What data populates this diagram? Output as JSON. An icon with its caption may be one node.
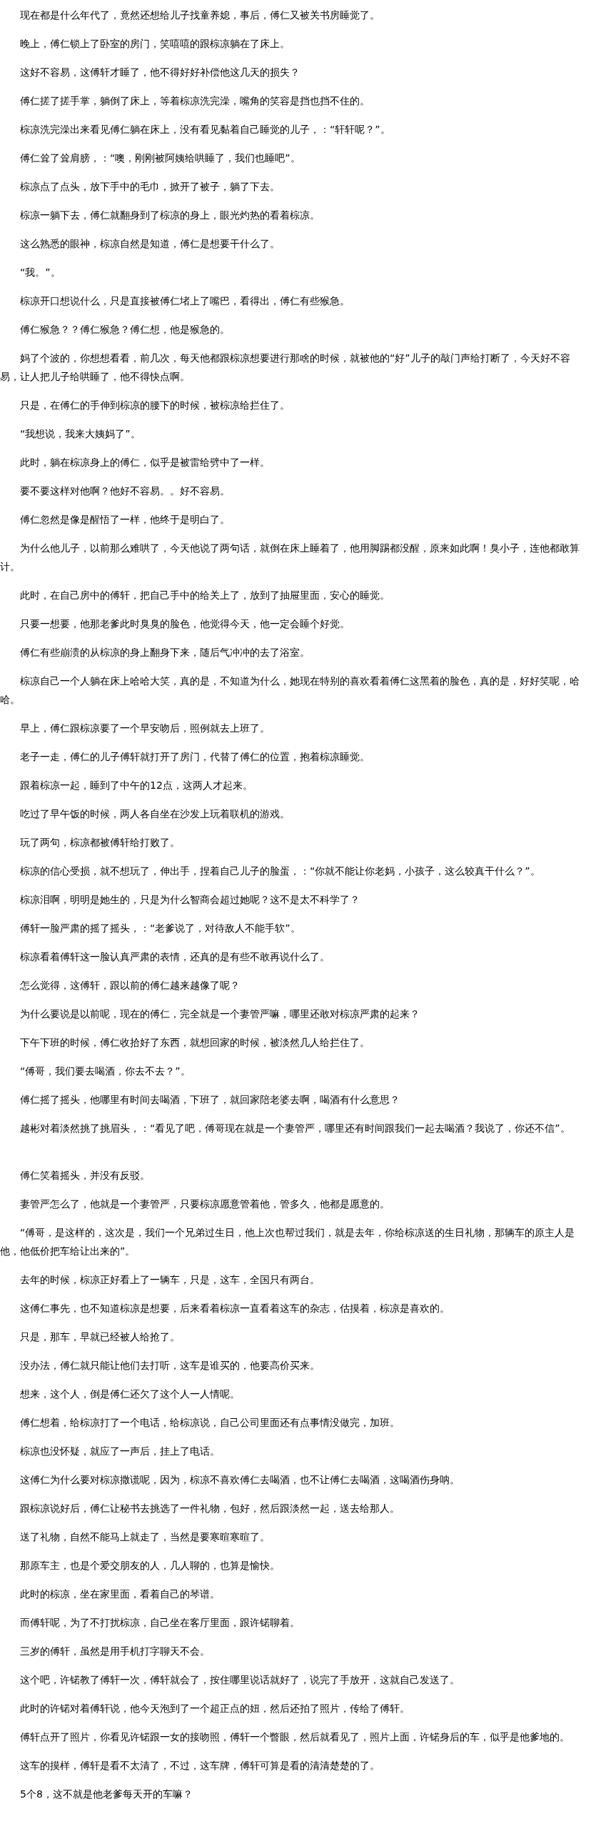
{
  "diagram": {
    "labels": [
      "现在都是什么年代了，竟然还想给儿子找童养媳，事后，傅仁又被关书房睡觉了。",
      "晚上，傅仁锁上了卧室的房门，笑嘻嘻的跟棕凉躺在了床上。",
      "这好不容易，这傅轩才睡了，他不得好好补偿他这几天的损失？",
      "傅仁搓了搓手掌，躺倒了床上，等着棕凉洗完澡，嘴角的笑容是挡也挡不住的。",
      "棕凉洗完澡出来看见傅仁躺在床上，没有看见黏着自己睡觉的儿子，：“轩轩呢？”。",
      "傅仁耸了耸肩膀，：“噢，刚刚被阿姨给哄睡了，我们也睡吧”。",
      "棕凉点了点头，放下手中的毛巾，掀开了被子，躺了下去。",
      "棕凉一躺下去，傅仁就翻身到了棕凉的身上，眼光灼热的看着棕凉。",
      "这么熟悉的眼神，棕凉自然是知道，傅仁是想要干什么了。",
      "“我。”。",
      "棕凉开口想说什么，只是直接被傅仁堵上了嘴巴，看得出，傅仁有些猴急。",
      "傅仁猴急？？傅仁猴急？傅仁想，他是猴急的。",
      "妈了个波的，你想想看看，前几次，每天他都跟棕凉想要进行那啥的时候，就被他的“好”儿子的敲门声给打断了，今天好不容易，让人把儿子给哄睡了，他不得快点啊。",
      "只是，在傅仁的手伸到棕凉的腰下的时候，被棕凉给拦住了。",
      "“我想说，我来大姨妈了”。",
      "此时，躺在棕凉身上的傅仁，似乎是被雷给劈中了一样。",
      "要不要这样对他啊？他好不容易。。好不容易。",
      "傅仁忽然是像是醒悟了一样，他终于是明白了。",
      "为什么他儿子，以前那么难哄了，今天他说了两句话，就倒在床上睡着了，他用脚踢都没醒，原来如此啊！臭小子，连他都敢算计。",
      "此时，在自己房中的傅轩，把自己手中的给关上了，放到了抽屉里面，安心的睡觉。",
      "只要一想要，他那老爹此时臭臭的脸色，他觉得今天，他一定会睡个好觉。",
      "傅仁有些崩溃的从棕凉的身上翻身下来，随后气冲冲的去了浴室。",
      "棕凉自己一个人躺在床上哈哈大笑，真的是，不知道为什么，她现在特别的喜欢看着傅仁这黑着的脸色，真的是，好好笑呢，哈哈。",
      "早上，傅仁跟棕凉要了一个早安吻后，照例就去上班了。",
      "老子一走，傅仁的儿子傅轩就打开了房门，代替了傅仁的位置，抱着棕凉睡觉。",
      "跟着棕凉一起，睡到了中午的12点，这两人才起来。",
      "吃过了早午饭的时候，两人各自坐在沙发上玩着联机的游戏。",
      "玩了两句，棕凉都被傅轩给打败了。",
      "棕凉的信心受损，就不想玩了，伸出手，捏着自己儿子的脸蛋，：“你就不能让你老妈，小孩子，这么较真干什么？”。",
      "棕凉泪啊，明明是她生的，只是为什么智商会超过她呢？这不是太不科学了？",
      "傅轩一脸严肃的摇了摇头，：“老爹说了，对待敌人不能手软”。",
      "棕凉看着傅轩这一脸认真严肃的表情，还真的是有些不敢再说什么了。",
      "怎么觉得，这傅轩，跟以前的傅仁越来越像了呢？",
      "为什么要说是以前呢，现在的傅仁，完全就是一个妻管严嘛，哪里还敢对棕凉严肃的起来？",
      "下午下班的时候，傅仁收拾好了东西，就想回家的时候，被淡然几人给拦住了。",
      "“傅哥，我们要去喝酒，你去不去？”。",
      "傅仁摇了摇头，他哪里有时间去喝酒，下班了，就回家陪老婆去啊，喝酒有什么意思？",
      "越彬对着淡然挑了挑眉头，：“看见了吧，傅哥现在就是一个妻管严，哪里还有时间跟我们一起去喝酒？我说了，你还不信”。",
      "傅仁笑着摇头，并没有反驳。",
      "妻管严怎么了，他就是一个妻管严，只要棕凉愿意管着他，管多久，他都是愿意的。",
      "“傅哥，是这样的，这次是，我们一个兄弟过生日，他上次也帮过我们，就是去年，你给棕凉送的生日礼物，那辆车的原主人是他，他低价把车给让出来的”。",
      "去年的时候，棕凉正好看上了一辆车，只是，这车，全国只有两台。",
      "这傅仁事先，也不知道棕凉是想要，后来看着棕凉一直看着这车的杂志，估摸着，棕凉是喜欢的。",
      "只是，那车，早就已经被人给抢了。",
      "没办法，傅仁就只能让他们去打听，这车是谁买的，他要高价买来。",
      "想来，这个人，倒是傅仁还欠了这个人一人情呢。",
      "傅仁想着，给棕凉打了一个电话，给棕凉说，自己公司里面还有点事情没做完，加班。",
      "棕凉也没怀疑，就应了一声后，挂上了电话。",
      "这傅仁为什么要对棕凉撒谎呢，因为，棕凉不喜欢傅仁去喝酒，也不让傅仁去喝酒，这喝酒伤身呐。",
      "跟棕凉说好后，傅仁让秘书去挑选了一件礼物，包好，然后跟淡然一起，送去给那人。",
      "送了礼物，自然不能马上就走了，当然是要寒暄寒暄了。",
      "那原车主，也是个爱交朋友的人，几人聊的，也算是愉快。",
      "此时的棕凉，坐在家里面，看着自己的琴谱。",
      "而傅轩呢，为了不打扰棕凉，自己坐在客厅里面，跟许锘聊着。",
      "三岁的傅轩，虽然是用手机打字聊天不会。",
      "这个吧，许锘教了傅轩一次，傅轩就会了，按住哪里说话就好了，说完了手放开，这就自己发送了。",
      "此时的许锘对着傅轩说，他今天泡到了一个超正点的妞，然后还拍了照片，传给了傅轩。",
      "傅轩点开了照片，你看见许锘跟一女的接吻照，傅轩一个瞥眼，然后就看见了，照片上面，许锘身后的车，似乎是他爹地的。",
      "这车的摸样，傅轩是看不太清了，不过，这车牌，傅轩可算是看的清清楚楚的了。",
      "5个8，这不就是他老爹每天开的车嘛？"
    ]
  }
}
